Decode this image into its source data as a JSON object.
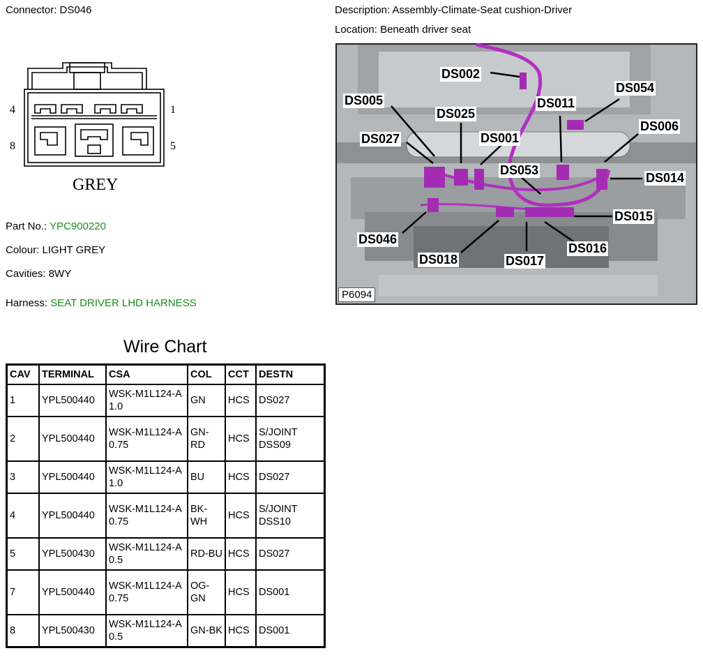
{
  "connector": {
    "label": "Connector:",
    "value": "DS046"
  },
  "description": {
    "label": "Description:",
    "value": "Assembly-Climate-Seat cushion-Driver"
  },
  "location": {
    "label": "Location:",
    "value": "Beneath driver seat"
  },
  "diagram": {
    "pin_labels": [
      "4",
      "1",
      "8",
      "5"
    ],
    "colour_text": "GREY"
  },
  "part_no": {
    "label": "Part No.:",
    "value": "YPC900220"
  },
  "colour": {
    "label": "Colour:",
    "value": "LIGHT GREY"
  },
  "cavities": {
    "label": "Cavities:",
    "value": "8WY"
  },
  "harness": {
    "label": "Harness:",
    "value": "SEAT DRIVER LHD HARNESS"
  },
  "photo": {
    "id": "P6094",
    "callouts": [
      "DS002",
      "DS054",
      "DS005",
      "DS025",
      "DS011",
      "DS006",
      "DS027",
      "DS001",
      "DS053",
      "DS014",
      "DS015",
      "DS046",
      "DS016",
      "DS018",
      "DS017"
    ]
  },
  "wire_chart": {
    "title": "Wire Chart",
    "headers": [
      "CAV",
      "TERMINAL",
      "CSA",
      "COL",
      "CCT",
      "DESTN"
    ],
    "rows": [
      {
        "cav": "1",
        "terminal": "YPL500440",
        "csa": "WSK-M1L124-A 1.0",
        "col": "GN",
        "cct": "HCS",
        "destn": "DS027"
      },
      {
        "cav": "2",
        "terminal": "YPL500440",
        "csa": "WSK-M1L124-A 0.75",
        "col": "GN-RD",
        "cct": "HCS",
        "destn": "S/JOINT DSS09"
      },
      {
        "cav": "3",
        "terminal": "YPL500440",
        "csa": "WSK-M1L124-A 1.0",
        "col": "BU",
        "cct": "HCS",
        "destn": "DS027"
      },
      {
        "cav": "4",
        "terminal": "YPL500440",
        "csa": "WSK-M1L124-A 0.75",
        "col": "BK-WH",
        "cct": "HCS",
        "destn": "S/JOINT DSS10"
      },
      {
        "cav": "5",
        "terminal": "YPL500430",
        "csa": "WSK-M1L124-A 0.5",
        "col": "RD-BU",
        "cct": "HCS",
        "destn": "DS027"
      },
      {
        "cav": "7",
        "terminal": "YPL500440",
        "csa": "WSK-M1L124-A 0.75",
        "col": "OG-GN",
        "cct": "HCS",
        "destn": "DS001"
      },
      {
        "cav": "8",
        "terminal": "YPL500430",
        "csa": "WSK-M1L124-A 0.5",
        "col": "GN-BK",
        "cct": "HCS",
        "destn": "DS001"
      }
    ]
  }
}
